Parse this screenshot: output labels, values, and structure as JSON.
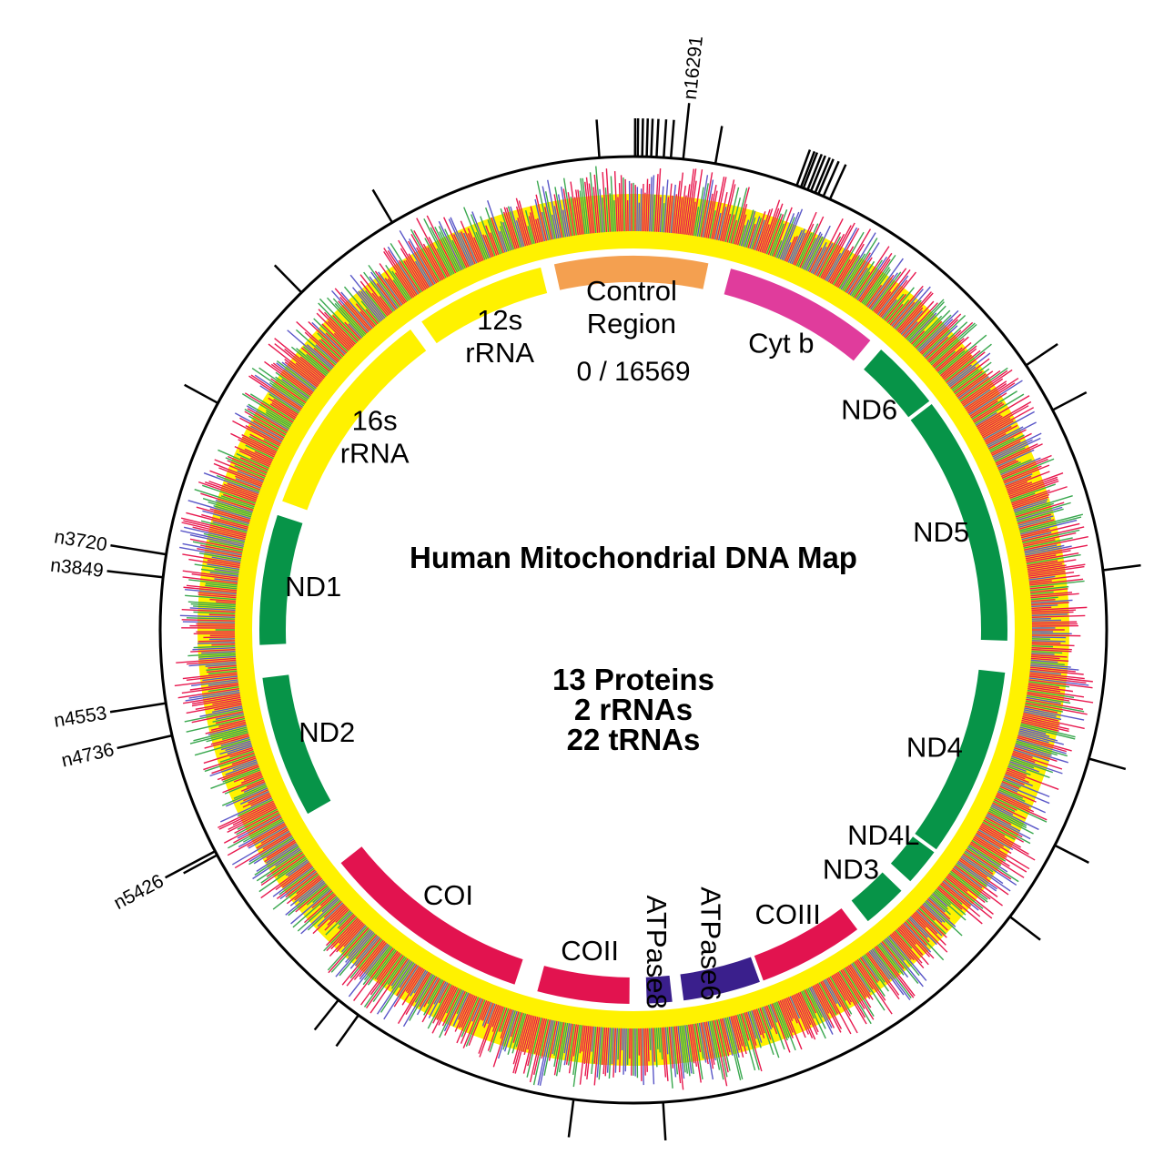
{
  "title": "Human Mitochondrial DNA Map",
  "origin_label": "0 / 16569",
  "summary": [
    "13 Proteins",
    "2 rRNAs",
    "22 tRNAs"
  ],
  "colors": {
    "rRNA": "#fff200",
    "control": "#f4a050",
    "cytb": "#e03c9c",
    "nd": "#079448",
    "co": "#e2134f",
    "atpase": "#3a1f8c",
    "variation_red": "#e8194f",
    "variation_green": "#3aa84f",
    "variation_blue": "#5a57c8",
    "variation_yellow": "#fff200"
  },
  "segments": [
    {
      "name": "Control Region",
      "lines": [
        "Control",
        "Region"
      ],
      "type": "control",
      "start": 16024,
      "end": 576
    },
    {
      "name": "12s rRNA",
      "lines": [
        "12s",
        "rRNA"
      ],
      "type": "rRNA",
      "start": 648,
      "end": 1601
    },
    {
      "name": "16s rRNA",
      "lines": [
        "16s",
        "rRNA"
      ],
      "type": "rRNA",
      "start": 1671,
      "end": 3229
    },
    {
      "name": "ND1",
      "lines": [
        "ND1"
      ],
      "type": "nd",
      "start": 3307,
      "end": 4262
    },
    {
      "name": "ND2",
      "lines": [
        "ND2"
      ],
      "type": "nd",
      "start": 4470,
      "end": 5511
    },
    {
      "name": "COI",
      "lines": [
        "COI"
      ],
      "type": "co",
      "start": 5904,
      "end": 7445
    },
    {
      "name": "COII",
      "lines": [
        "COII"
      ],
      "type": "co",
      "start": 7586,
      "end": 8269
    },
    {
      "name": "ATPase8",
      "lines": [
        "ATPase8"
      ],
      "type": "atpase",
      "start": 8366,
      "end": 8572
    },
    {
      "name": "ATPase6",
      "lines": [
        "ATPase6"
      ],
      "type": "atpase",
      "start": 8627,
      "end": 9207
    },
    {
      "name": "COIII",
      "lines": [
        "COIII"
      ],
      "type": "co",
      "start": 9207,
      "end": 9990
    },
    {
      "name": "ND3",
      "lines": [
        "ND3"
      ],
      "type": "nd",
      "start": 10059,
      "end": 10404
    },
    {
      "name": "ND4L",
      "lines": [
        "ND4L"
      ],
      "type": "nd",
      "start": 10470,
      "end": 10766
    },
    {
      "name": "ND4",
      "lines": [
        "ND4"
      ],
      "type": "nd",
      "start": 10760,
      "end": 12137
    },
    {
      "name": "ND5",
      "lines": [
        "ND5"
      ],
      "type": "nd",
      "start": 12337,
      "end": 14148
    },
    {
      "name": "ND6",
      "lines": [
        "ND6"
      ],
      "type": "nd",
      "start": 14149,
      "end": 14673
    },
    {
      "name": "Cyt b",
      "lines": [
        "Cyt b"
      ],
      "type": "cytb",
      "start": 14747,
      "end": 15887
    }
  ],
  "labeled_markers": [
    {
      "label": "n16291",
      "position": 16291
    },
    {
      "label": "n3720",
      "position": 3720
    },
    {
      "label": "n3849",
      "position": 3849
    },
    {
      "label": "n4553",
      "position": 4553
    },
    {
      "label": "n4736",
      "position": 4736
    },
    {
      "label": "n5426",
      "position": 5426
    }
  ],
  "unlabeled_markers": [
    15480,
    15510,
    15530,
    15555,
    15575,
    15600,
    15615,
    15640,
    16110,
    16360,
    16400,
    16440,
    16470,
    16495,
    16520,
    16545,
    16560,
    190,
    1410,
    2050,
    2825,
    6510,
    6650,
    7950,
    8450,
    10710,
    11180,
    11700,
    12760,
    13700,
    13990,
    15440,
    5450
  ]
}
